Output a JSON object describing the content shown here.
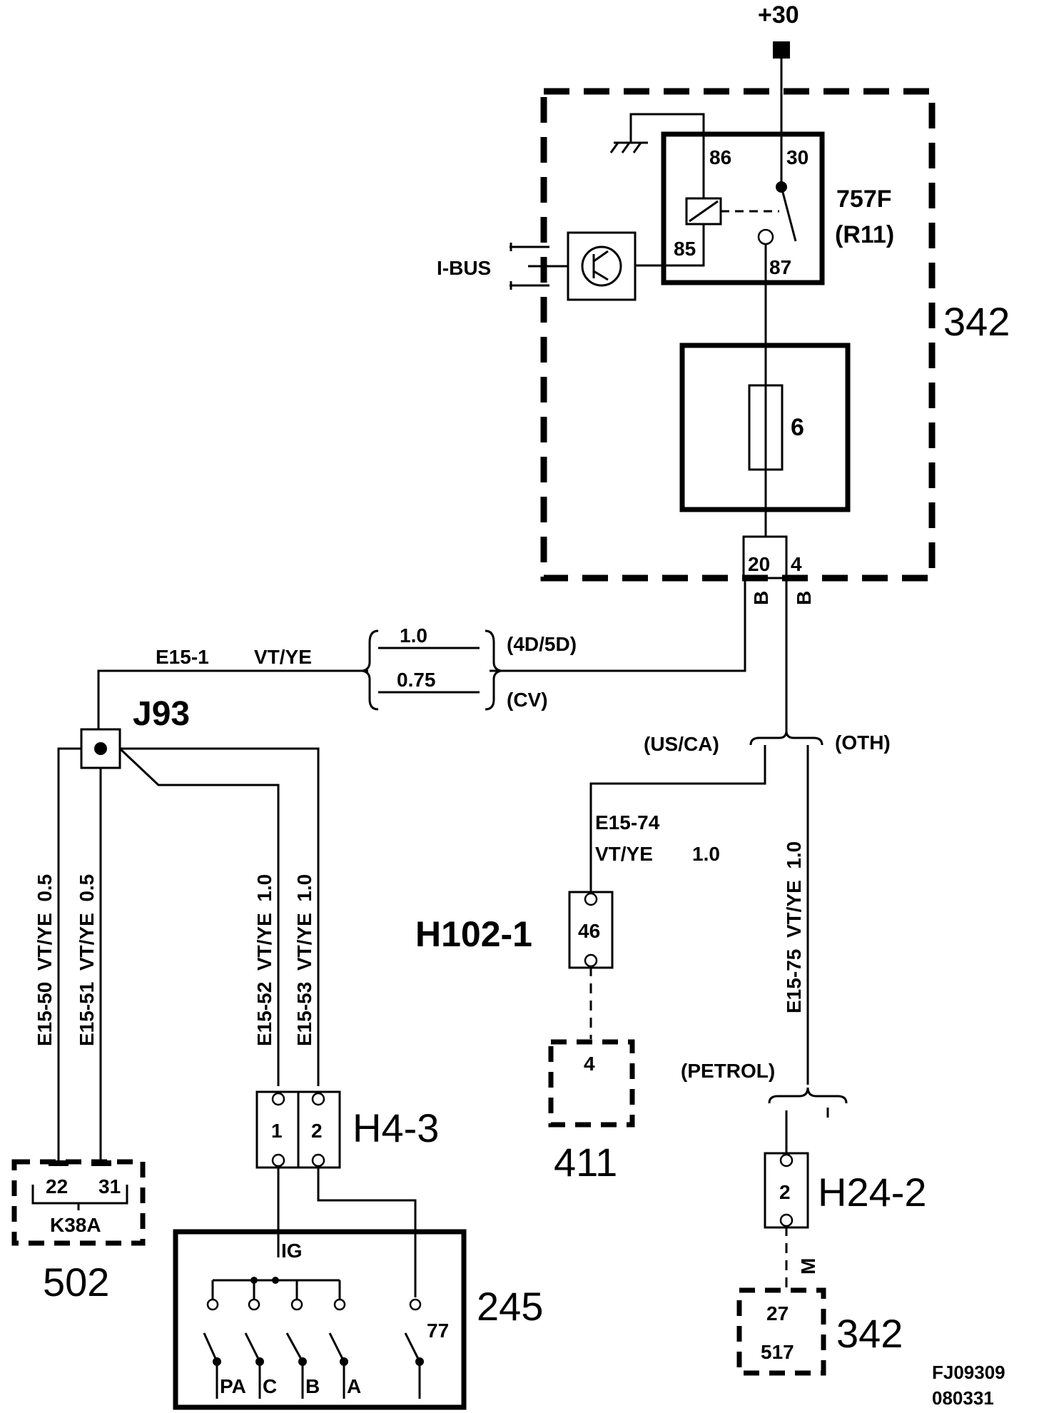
{
  "supply": {
    "label": "+30"
  },
  "modules": {
    "central_electronic": {
      "id": "342",
      "relay": {
        "id": "757F",
        "sub": "(R11)",
        "pins": [
          "86",
          "30",
          "85",
          "87"
        ]
      },
      "ibus": "I-BUS",
      "fuse": "6",
      "conn_pins": [
        "20",
        "4"
      ],
      "conn_letters": [
        "B",
        "B"
      ]
    },
    "module_502": {
      "id": "502",
      "pins": [
        "22",
        "31"
      ],
      "name": "K38A"
    },
    "module_245": {
      "id": "245",
      "label_ig": "IG",
      "pin_77": "77",
      "positions": [
        "PA",
        "C",
        "B",
        "A"
      ]
    },
    "module_411": {
      "id": "411",
      "pin": "4"
    },
    "module_342b": {
      "id": "342",
      "pins": [
        "27",
        "517"
      ]
    }
  },
  "connectors": {
    "j93": "J93",
    "h4_3": {
      "id": "H4-3",
      "pins": [
        "1",
        "2"
      ]
    },
    "h102_1": {
      "id": "H102-1",
      "pin": "46"
    },
    "h24_2": {
      "id": "H24-2",
      "pin": "2",
      "letter": "M"
    }
  },
  "wires": {
    "e15_1": {
      "id": "E15-1",
      "color": "VT/YE",
      "size_a": "1.0",
      "size_b": "0.75",
      "variant_a": "(4D/5D)",
      "variant_b": "(CV)"
    },
    "e15_50": "E15-50  VT/YE  0.5",
    "e15_51": "E15-51  VT/YE  0.5",
    "e15_52": "E15-52  VT/YE  1.0",
    "e15_53": "E15-53  VT/YE  1.0",
    "e15_74": {
      "id": "E15-74",
      "color": "VT/YE",
      "size": "1.0"
    },
    "e15_75": "E15-75  VT/YE  1.0"
  },
  "variants": {
    "us_ca": "(US/CA)",
    "oth": "(OTH)",
    "petrol": "(PETROL)"
  },
  "footer": {
    "code": "FJ09309",
    "date": "080331"
  }
}
